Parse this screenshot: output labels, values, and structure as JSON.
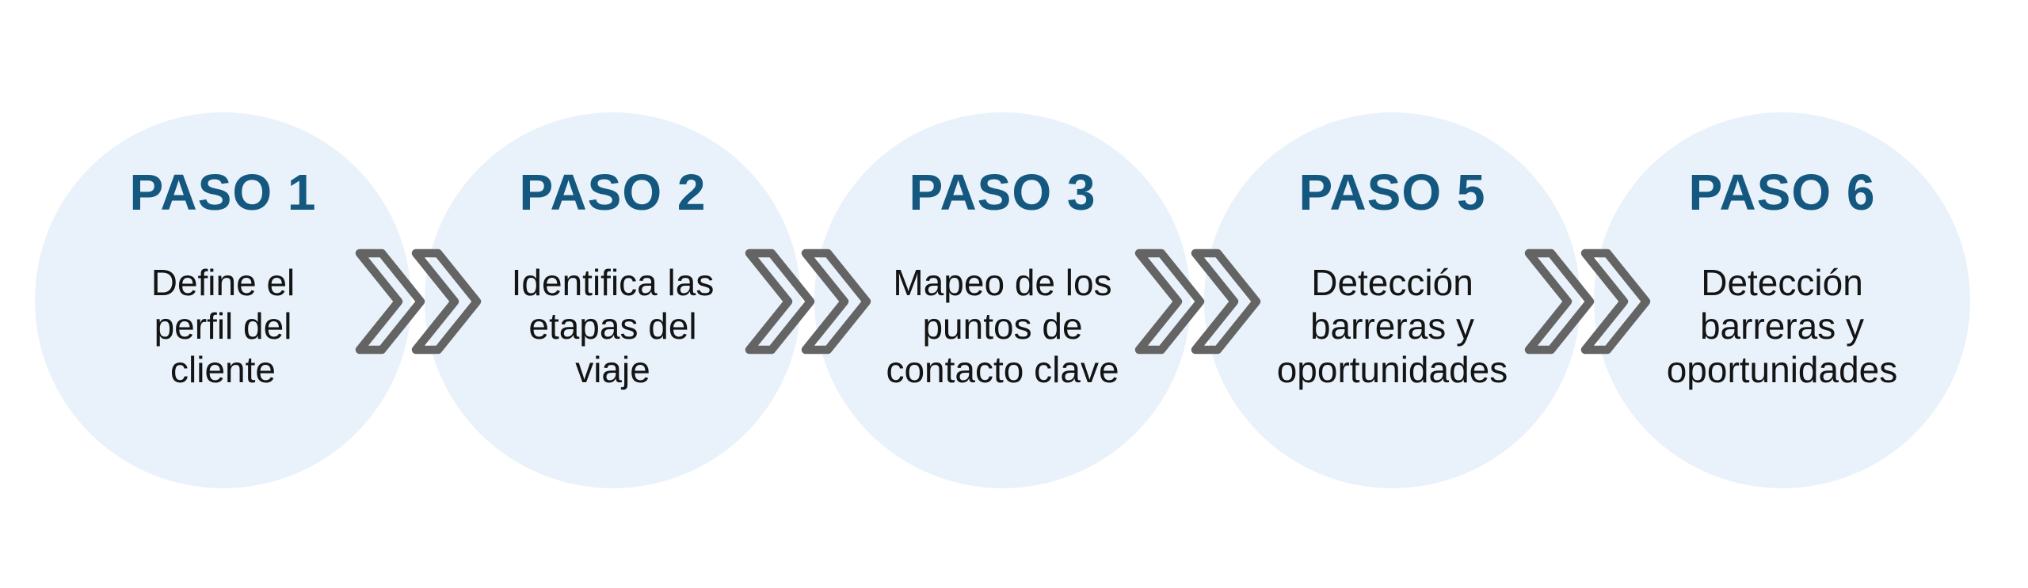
{
  "diagram": {
    "type": "process-flow",
    "language": "es",
    "steps": [
      {
        "title": "PASO 1",
        "description": "Define el\nperfil del\ncliente"
      },
      {
        "title": "PASO 2",
        "description": "Identifica las\netapas del\nviaje"
      },
      {
        "title": "PASO 3",
        "description": "Mapeo de los\npuntos de\ncontacto clave"
      },
      {
        "title": "PASO 5",
        "description": "Detección\nbarreras y\noportunidades"
      },
      {
        "title": "PASO 6",
        "description": "Detección\nbarreras y\noportunidades"
      }
    ],
    "connector_icon": "double-chevron-right-icon",
    "colors": {
      "background": "#ffffff",
      "circle_fill": "#e9f2fa",
      "step_title": "#15587f",
      "body_text": "#141414",
      "chevron": "#646464"
    }
  }
}
